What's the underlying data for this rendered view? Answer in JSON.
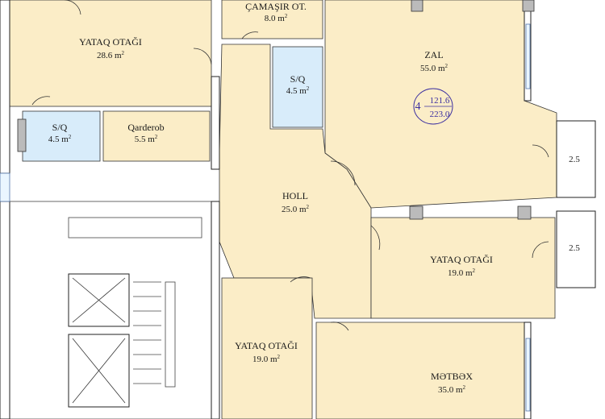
{
  "rooms": [
    {
      "id": "yataq1",
      "name": "YATAQ OTAĞI",
      "area": "28.6 m²"
    },
    {
      "id": "camasir",
      "name": "ÇAMAŞIR OT.",
      "area": "8.0 m²"
    },
    {
      "id": "zal",
      "name": "ZAL",
      "area": "55.0 m²"
    },
    {
      "id": "sq1",
      "name": "S/Q",
      "area": "4.5 m²"
    },
    {
      "id": "sq2",
      "name": "S/Q",
      "area": "4.5 m²"
    },
    {
      "id": "qarderob",
      "name": "Qarderob",
      "area": "5.5 m²"
    },
    {
      "id": "holl",
      "name": "HOLL",
      "area": "25.0 m²"
    },
    {
      "id": "yataq2",
      "name": "YATAQ OTAĞI",
      "area": "19.0 m²"
    },
    {
      "id": "yataq3",
      "name": "YATAQ OTAĞI",
      "area": "19.0 m²"
    },
    {
      "id": "metbex",
      "name": "MƏTBƏX",
      "area": "35.0 m²"
    }
  ],
  "apartment": {
    "number": "4",
    "area_living": "121.6",
    "area_total": "223.0"
  },
  "balcony_dims": [
    "2.5",
    "2.5"
  ],
  "colors": {
    "room": "#fbedc7",
    "bath": "#d8ecfa",
    "wall": "#ffffff",
    "accent": "#3b2fa0"
  }
}
